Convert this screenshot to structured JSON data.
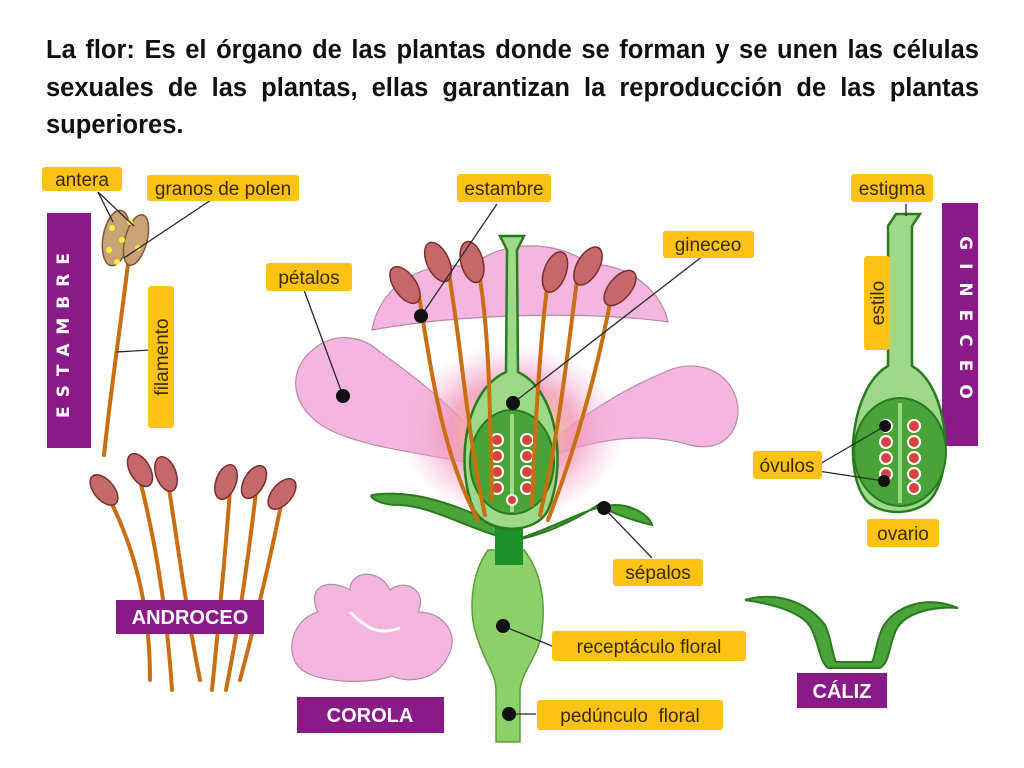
{
  "intro": "La flor: Es el órgano de las plantas donde se forman y se unen las células sexuales de las plantas, ellas garantizan la reproducción de las plantas superiores.",
  "labels": {
    "antera": "antera",
    "granos_polen": "granos de polen",
    "filamento": "filamento",
    "petalos": "pétalos",
    "estambre": "estambre",
    "gineceo": "gineceo",
    "sepalos": "sépalos",
    "receptaculo": "receptáculo floral",
    "pedunculo": "pedúnculo  floral",
    "estigma": "estigma",
    "estilo": "estilo",
    "ovulos": "óvulos",
    "ovario": "ovario"
  },
  "group_titles": {
    "estambre": "ESTAMBRE",
    "gineceo": "GINECEO",
    "androceo": "ANDROCEO",
    "corola": "COROLA",
    "caliz": "CÁLIZ"
  },
  "colors": {
    "tag": "#fcc214",
    "group_box": "#8b1a89",
    "petal": "#f3b6df",
    "green": "#5cb43f",
    "filament": "#c96f12",
    "anther": "#c4686c"
  }
}
